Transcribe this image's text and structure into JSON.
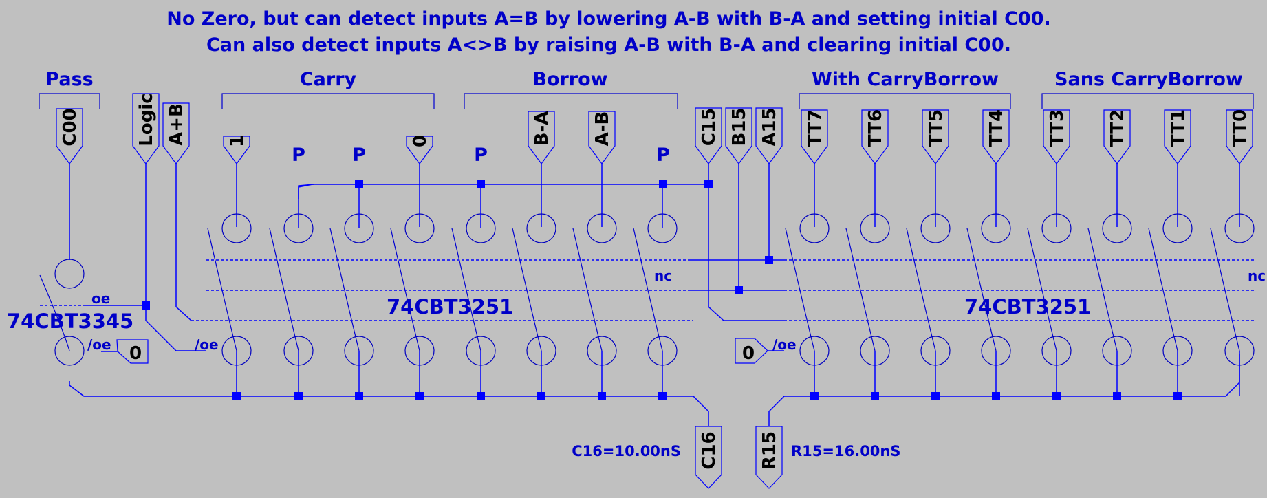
{
  "title": {
    "line1": "No Zero, but can detect inputs A=B by lowering A-B with B-A and setting initial C00.",
    "line2": "Can also detect inputs A<>B by raising A-B with B-A and clearing initial C00."
  },
  "groups": {
    "pass": "Pass",
    "carry": "Carry",
    "borrow": "Borrow",
    "with_cb": "With CarryBorrow",
    "sans_cb": "Sans CarryBorrow"
  },
  "flags": {
    "c00": "C00",
    "logic": "Logic",
    "aplusb": "A+B",
    "one": "1",
    "zero": "0",
    "bminusa": "B-A",
    "aminusb": "A-B",
    "c15": "C15",
    "b15": "B15",
    "a15": "A15",
    "tt": [
      "TT7",
      "TT6",
      "TT5",
      "TT4",
      "TT3",
      "TT2",
      "TT1",
      "TT0"
    ],
    "c16": "C16",
    "r15": "R15",
    "gnd_left": "0",
    "gnd_right": "0"
  },
  "pulls": [
    "P",
    "P",
    "P",
    "P"
  ],
  "parts": {
    "u1": "74CBT3345",
    "u2": "74CBT3251",
    "u3": "74CBT3251"
  },
  "pins": {
    "oe": "oe",
    "noe_left": "/oe",
    "noe_mid": "/oe",
    "noe_right": "/oe",
    "nc_left": "nc",
    "nc_right": "nc"
  },
  "measurements": {
    "c16": "C16=10.00nS",
    "r15": "R15=16.00nS"
  },
  "colors": {
    "background": "#c0c0c0",
    "wire": "#0000ff",
    "text": "#0000c8",
    "label": "#000000"
  }
}
